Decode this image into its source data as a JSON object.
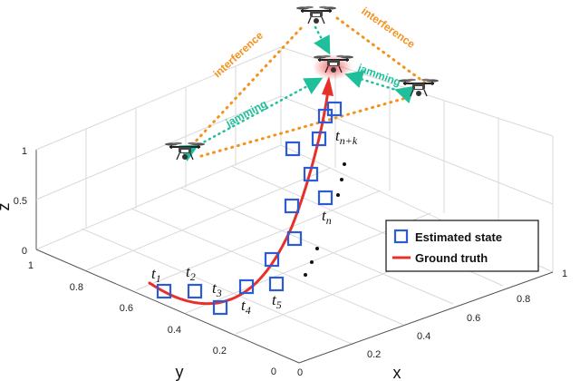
{
  "axes": {
    "x_label": "x",
    "y_label": "y",
    "z_label": "z",
    "x_ticks": [
      "0",
      "0.2",
      "0.4",
      "0.6",
      "0.8",
      "1"
    ],
    "y_ticks": [
      "0",
      "0.2",
      "0.4",
      "0.6",
      "0.8",
      "1"
    ],
    "z_ticks": [
      "0",
      "0.5",
      "1"
    ]
  },
  "links": {
    "interference_left": "interference",
    "interference_right": "interference",
    "jamming_left": "jamming",
    "jamming_right": "jamming"
  },
  "time_labels": {
    "t1": {
      "base": "t",
      "sub": "1"
    },
    "t2": {
      "base": "t",
      "sub": "2"
    },
    "t3": {
      "base": "t",
      "sub": "3"
    },
    "t4": {
      "base": "t",
      "sub": "4"
    },
    "t5": {
      "base": "t",
      "sub": "5"
    },
    "tn": {
      "base": "t",
      "sub": "n"
    },
    "tnk": {
      "base": "t",
      "sub": "n+k"
    }
  },
  "legend": {
    "estimated": "Estimated state",
    "ground_truth": "Ground truth"
  },
  "colors": {
    "interference": "#F5921E",
    "jamming": "#1FBF9B",
    "estimate": "#2B5BD7",
    "truth": "#E8302A",
    "target_glow": "#F04A4A"
  }
}
